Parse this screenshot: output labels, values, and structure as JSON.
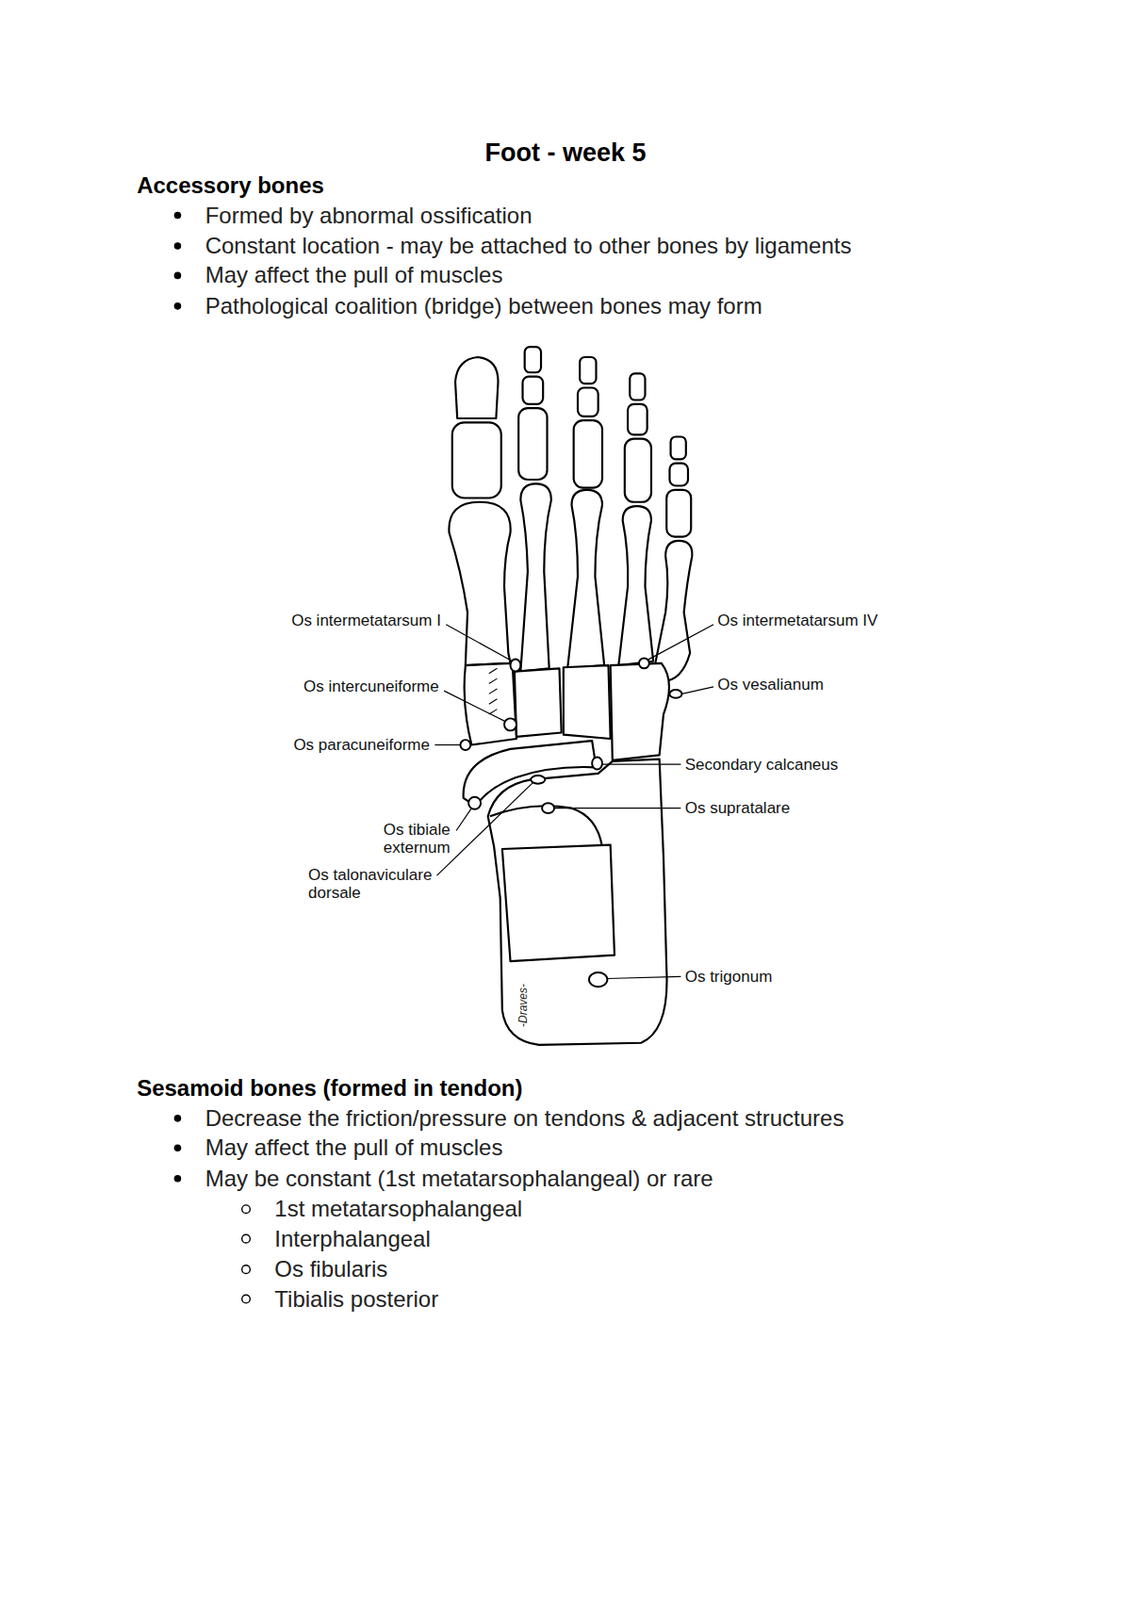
{
  "diagram": {
    "title": "Foot - week 5",
    "labels": [
      "Accessory bones",
      "Formed by abnormal ossification",
      "Constant location - may be attached to other bones by ligaments",
      "May affect the pull of muscles",
      "Pathological coalition (bridge) between bones may form",
      "Os intermetatarsum I",
      "Os intermetatarsum IV",
      "Os intercuneiforme",
      "Os vesalianum",
      "Os paracuneiforme",
      "Secondary calcaneus",
      "Os supratalare",
      "Os tibiale externum",
      "Os talonaviculare dorsale",
      "Os trigonum",
      "-Draves-",
      "Sesamoid bones (formed in tendon)",
      "Decrease the friction/pressure on tendons & adjacent structures",
      "May affect the pull of muscles",
      "May be constant (1st metatarsophalangeal) or rare",
      "1st metatarsophalangeal",
      "Interphalangeal",
      "Os fibularis",
      "Tibialis posterior"
    ]
  }
}
